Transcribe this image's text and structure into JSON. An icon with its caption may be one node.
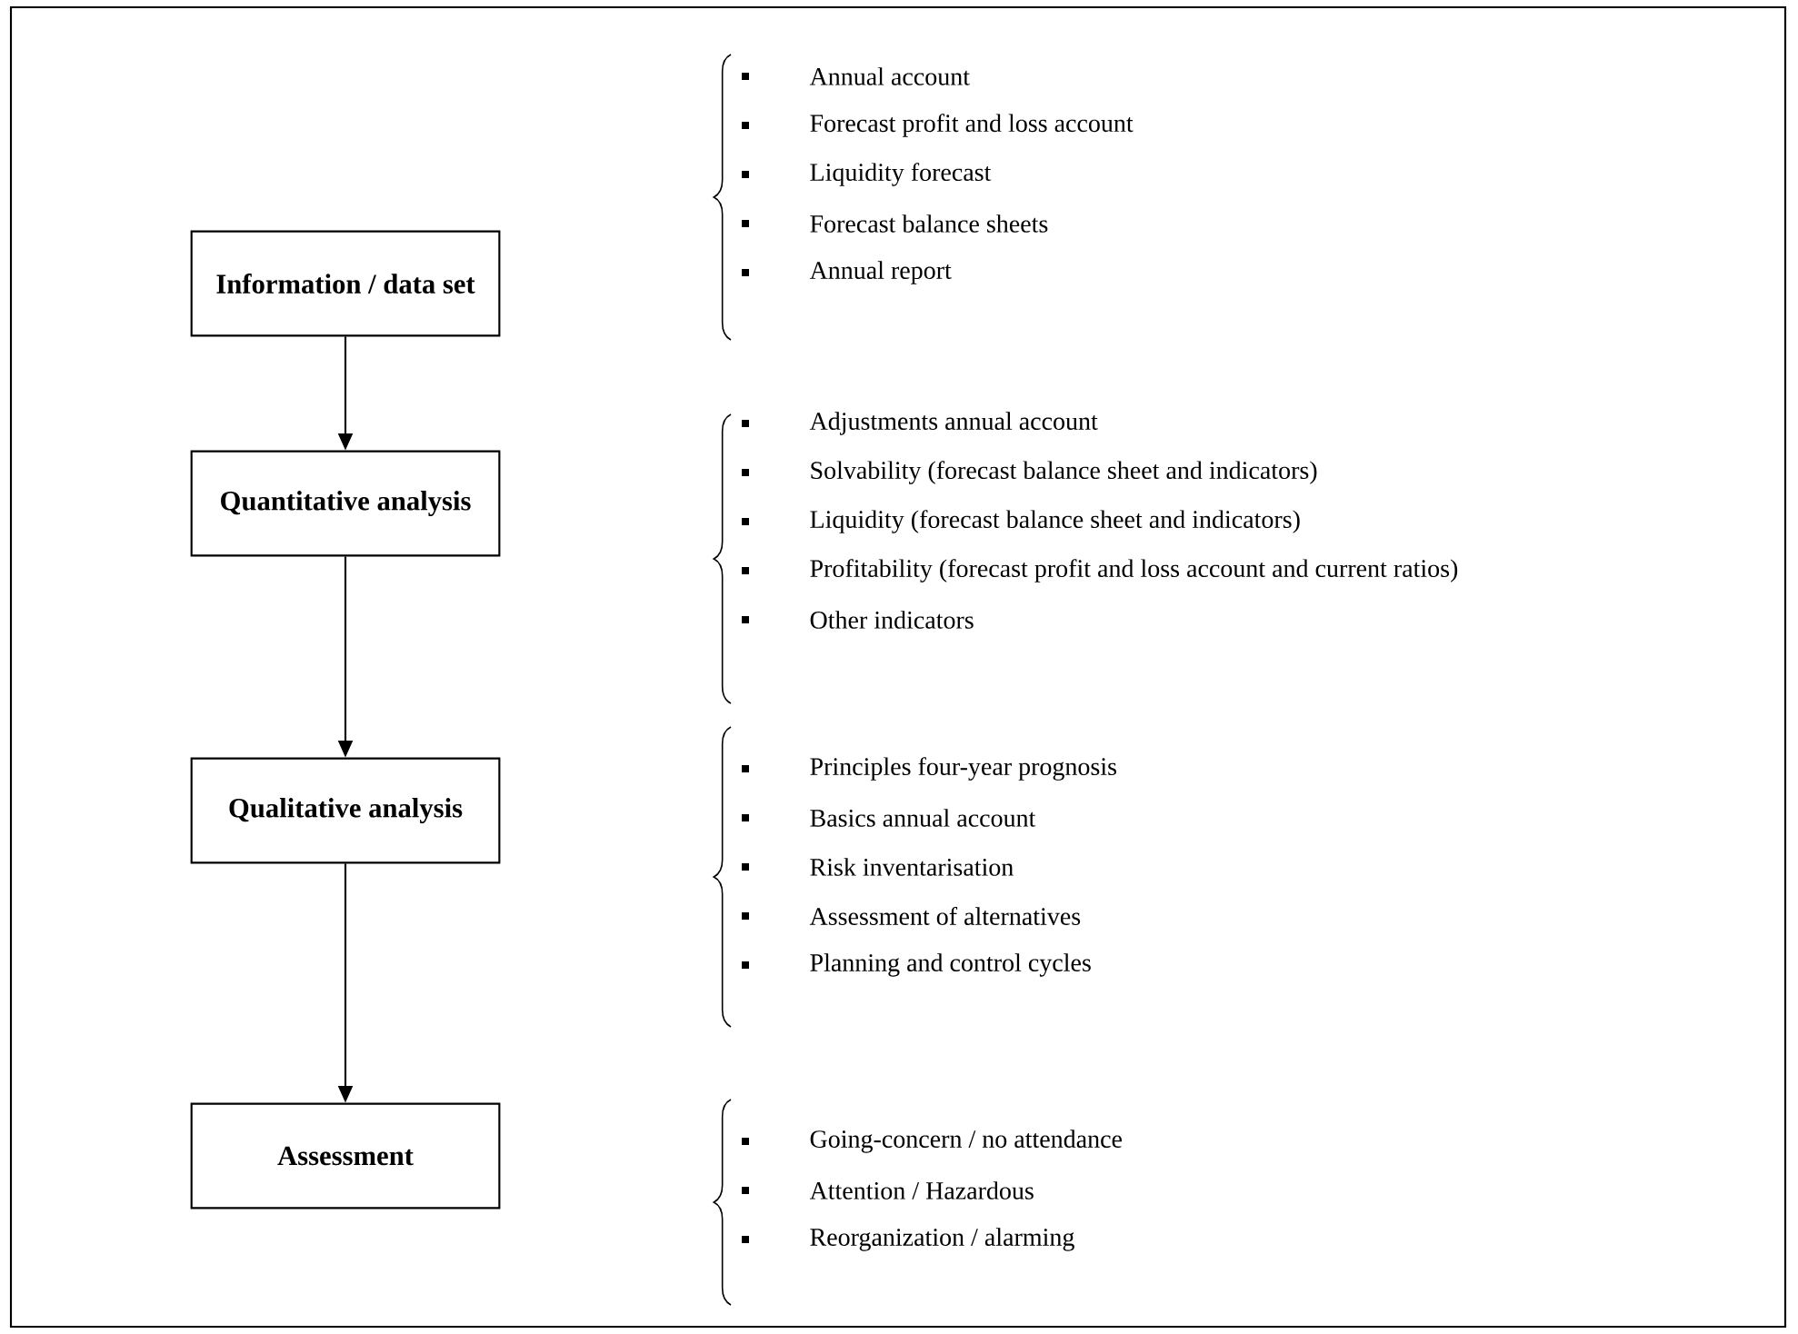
{
  "diagram": {
    "nodes": [
      {
        "text": [
          "Information / data set"
        ],
        "beside": [
          "Annual account",
          "Forecast profit and loss account",
          "Liquidity forecast",
          "Forecast balance sheets",
          "Annual report"
        ]
      },
      {
        "text": [
          "Quantitative analysis"
        ],
        "beside": [
          "Adjustments annual account",
          "Solvability (forecast balance sheet and indicators)",
          "Liquidity (forecast balance sheet and indicators)",
          "Profitability (forecast profit and loss account and current ratios)",
          "Other indicators"
        ]
      },
      {
        "text": [
          "Qualitative analysis"
        ],
        "beside": [
          "Principles four-year prognosis",
          "Basics annual account",
          "Risk inventarisation",
          "Assessment of alternatives",
          "Planning and control cycles"
        ]
      },
      {
        "text": [
          "Assessment"
        ],
        "beside": [
          "Going-concern / no attendance",
          "Attention / Hazardous",
          "Reorganization / alarming"
        ]
      }
    ],
    "edges": [
      {
        "from": 0,
        "to": 1,
        "arrow": "to"
      },
      {
        "from": 1,
        "to": 2,
        "arrow": "to"
      },
      {
        "from": 2,
        "to": 3,
        "arrow": "to"
      }
    ]
  }
}
